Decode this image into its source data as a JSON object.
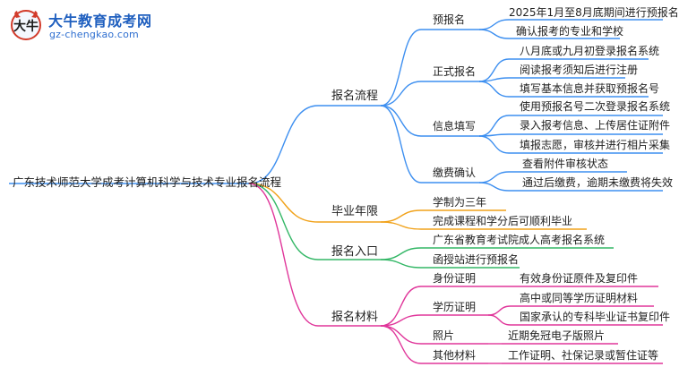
{
  "logo": {
    "title": "大牛教育成考网",
    "url_text": "gz-chengkao.com"
  },
  "colors": {
    "blue": "#3d8ff0",
    "orange": "#f1a21a",
    "green": "#33b766",
    "pink": "#e0369a"
  },
  "mindmap": {
    "root": "广东技术师范大学成考计算机科学与技术专业报名流程",
    "branches": [
      {
        "label": "报名流程",
        "children": [
          {
            "label": "预报名",
            "children": [
              "2025年1月至8月底期间进行预报名",
              "确认报考的专业和学校"
            ]
          },
          {
            "label": "正式报名",
            "children": [
              "八月底或九月初登录报名系统",
              "阅读报考须知后进行注册",
              "填写基本信息并获取预报名号"
            ]
          },
          {
            "label": "信息填写",
            "children": [
              "使用预报名号二次登录报名系统",
              "录入报考信息、上传居住证附件",
              "填报志愿，审核并进行相片采集"
            ]
          },
          {
            "label": "缴费确认",
            "children": [
              "查看附件审核状态",
              "通过后缴费，逾期未缴费将失效"
            ]
          }
        ]
      },
      {
        "label": "毕业年限",
        "children": [
          {
            "label": "学制为三年",
            "children": []
          },
          {
            "label": "完成课程和学分后可顺利毕业",
            "children": []
          }
        ]
      },
      {
        "label": "报名入口",
        "children": [
          {
            "label": "广东省教育考试院成人高考报名系统",
            "children": []
          },
          {
            "label": "函授站进行预报名",
            "children": []
          }
        ]
      },
      {
        "label": "报名材料",
        "children": [
          {
            "label": "身份证明",
            "children": [
              "有效身份证原件及复印件"
            ]
          },
          {
            "label": "学历证明",
            "children": [
              "高中或同等学历证明材料",
              "国家承认的专科毕业证书复印件"
            ]
          },
          {
            "label": "照片",
            "children": [
              "近期免冠电子版照片"
            ]
          },
          {
            "label": "其他材料",
            "children": [
              "工作证明、社保记录或暂住证等"
            ]
          }
        ]
      }
    ]
  }
}
